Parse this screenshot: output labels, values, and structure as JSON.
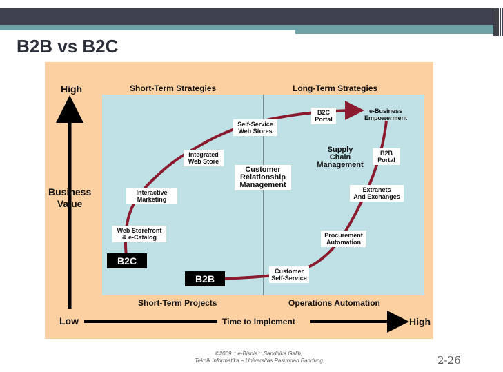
{
  "slide": {
    "title": "B2B vs B2C"
  },
  "diagram": {
    "y_high": "High",
    "y_axis_label": "Business\nValue",
    "x_low": "Low",
    "x_axis_label": "Time to Implement",
    "x_high": "High",
    "top_left_heading": "Short-Term Strategies",
    "top_right_heading": "Long-Term Strategies",
    "bottom_left_heading": "Short-Term Projects",
    "bottom_right_heading": "Operations Automation",
    "center_left": "Customer\nRelationship\nManagement",
    "center_right": "Supply\nChain\nManagement",
    "b2c_badge": "B2C",
    "b2b_badge": "B2B",
    "b2c_labels": {
      "storefront": "Web Storefront\n& e-Catalog",
      "interactive": "Interactive\nMarketing",
      "integrated": "Integrated\nWeb Store",
      "selfservice": "Self-Service\nWeb Stores",
      "portal": "B2C\nPortal",
      "empower": "e-Business\nEmpowerment"
    },
    "b2b_labels": {
      "custself": "Customer\nSelf-Service",
      "procure": "Procurement\nAutomation",
      "extranets": "Extranets\nAnd Exchanges",
      "portal": "B2B\nPortal"
    },
    "curve_color": "#8b1a2e"
  },
  "footer": {
    "line1": "©2009 :: e-Bisnis :: Sandhika Galih,",
    "line2": "Teknik Informatika – Universitas Pasundan Bandung",
    "page": "2-26"
  }
}
